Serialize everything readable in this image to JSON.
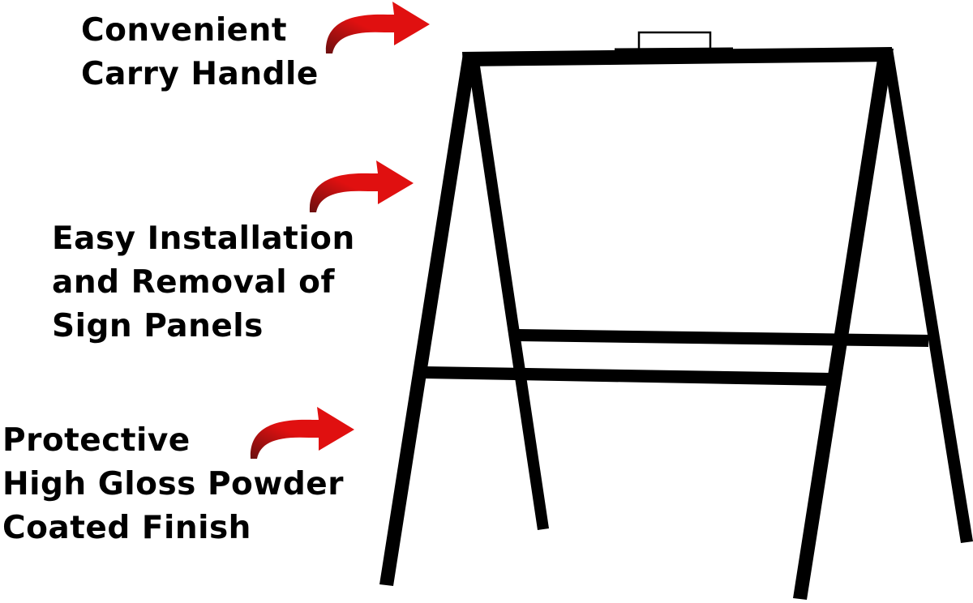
{
  "callouts": [
    {
      "lines": [
        "Convenient",
        "Carry Handle"
      ]
    },
    {
      "lines": [
        "Easy Installation",
        "and Removal of",
        "Sign Panels"
      ]
    },
    {
      "lines": [
        "Protective",
        "High Gloss Powder",
        "Coated Finish"
      ]
    }
  ],
  "colors": {
    "arrow": "#e01010",
    "arrow_dark": "#6a0f0f",
    "frame": "#000000",
    "background": "#ffffff"
  },
  "icons": [
    "red-curved-arrow-icon",
    "a-frame-sign-stand-icon"
  ]
}
